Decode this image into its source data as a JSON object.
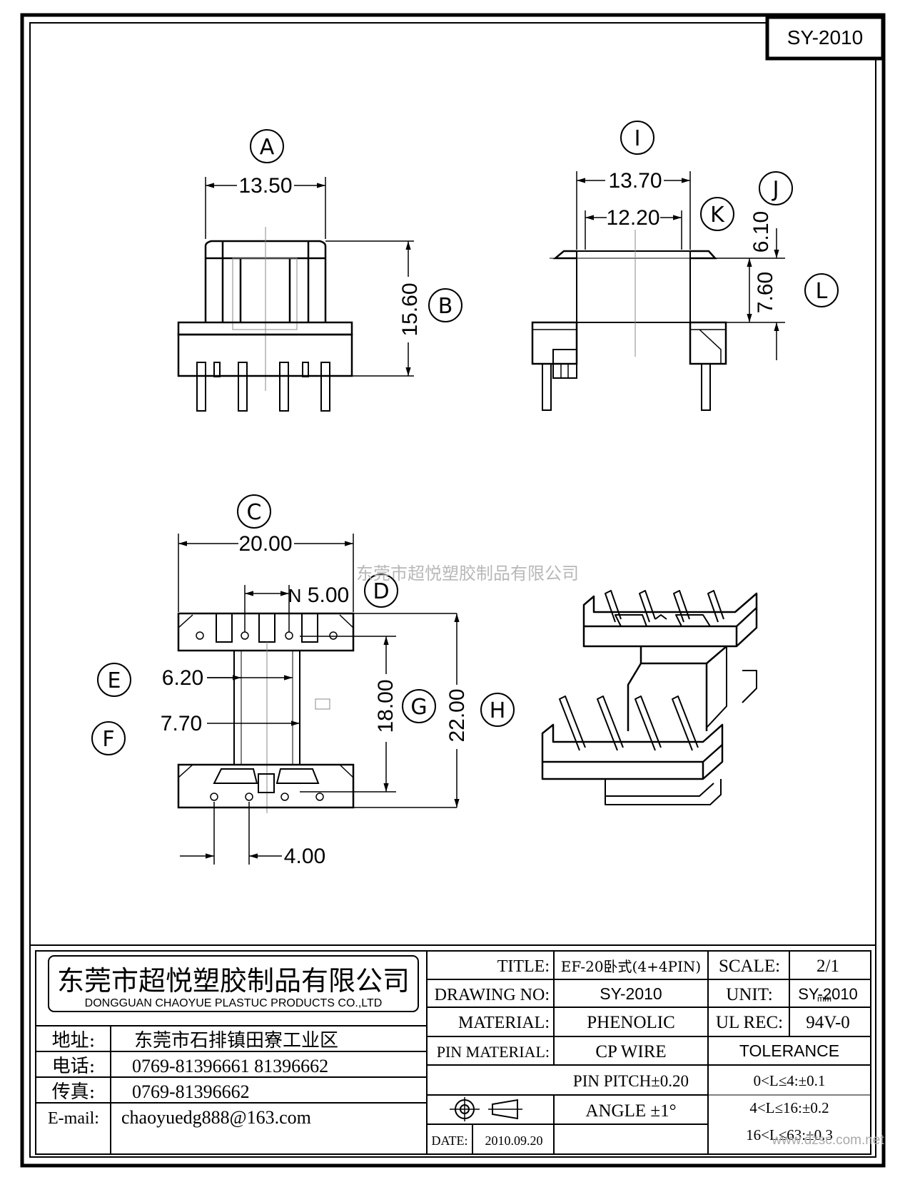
{
  "drawing_id": "SY-2010",
  "watermark": "东莞市超悦塑胶制品有限公司",
  "views": {
    "front_top": {
      "dim_a": "13.50",
      "dim_b": "15.60",
      "label_a": "A",
      "label_b": "B"
    },
    "side": {
      "dim_i": "13.70",
      "dim_k": "12.20",
      "dim_j": "6.10",
      "dim_l": "7.60",
      "label_i": "I",
      "label_k": "K",
      "label_j": "J",
      "label_l": "L"
    },
    "bottom": {
      "dim_c": "20.00",
      "dim_d": "5.00",
      "dim_e": "6.20",
      "dim_f": "7.70",
      "dim_g": "18.00",
      "dim_h": "22.00",
      "dim_pin": "4.00",
      "label_c": "C",
      "label_d": "D",
      "label_e": "E",
      "label_f": "F",
      "label_g": "G",
      "label_h": "H",
      "pin_marker": "N"
    }
  },
  "company": {
    "name_cn": "东莞市超悦塑胶制品有限公司",
    "name_en": "DONGGUAN  CHAOYUE  PLASTUC  PRODUCTS  CO.,LTD",
    "address_label": "地址:",
    "address": "东莞市石排镇田寮工业区",
    "phone_label": "电话:",
    "phone": "0769-81396661   81396662",
    "fax_label": "传真:",
    "fax": "0769-81396662",
    "email_label": "E-mail:",
    "email": "chaoyuedg888@163.com"
  },
  "title_block": {
    "title_label": "TITLE:",
    "title_value": "EF-20卧式(4+4PIN)",
    "drawing_no_label": "DRAWING NO:",
    "drawing_no_value": "SY-2010",
    "material_label": "MATERIAL:",
    "material_value": "PHENOLIC",
    "pin_material_label": "PIN MATERIAL:",
    "pin_material_value": "CP WIRE",
    "pin_pitch": "PIN PITCH±0.20",
    "angle": "ANGLE  ±1°",
    "date_label": "DATE:",
    "date_value": "2010.09.20",
    "scale_label": "SCALE:",
    "scale_value": "2/1",
    "unit_label": "UNIT:",
    "unit_value": "SY-2010",
    "unit_small": "mm",
    "ul_label": "UL REC:",
    "ul_value": "94V-0",
    "tolerance_label": "TOLERANCE",
    "tol_1": "0<L≤4:±0.1",
    "tol_2": "4<L≤16:±0.2",
    "tol_3": "16<L≤63:±0.3"
  },
  "footer_watermark": "www.dzsc.com.net"
}
